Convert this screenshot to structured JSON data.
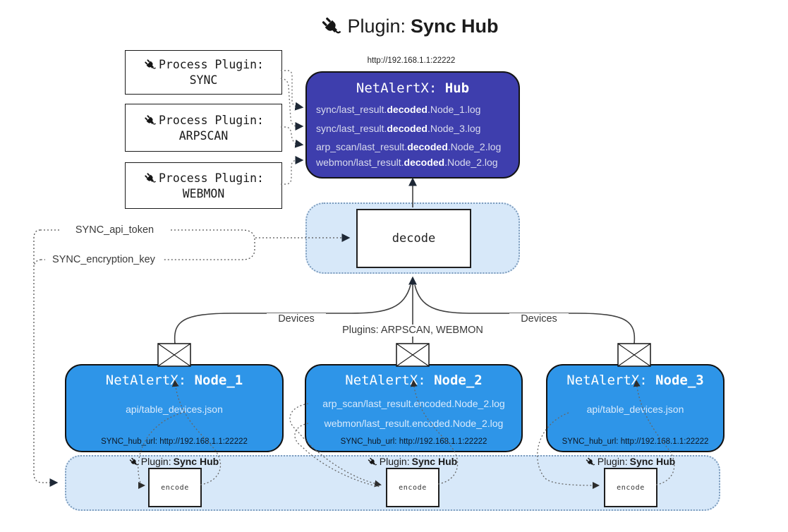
{
  "title": {
    "icon": "plug-icon",
    "prefix": "Plugin:",
    "name": "Sync Hub"
  },
  "hub": {
    "url": "http://192.168.1.1:22222",
    "title_prefix": "NetAlertX: ",
    "title_name": "Hub",
    "lines": [
      {
        "pre": "sync/last_result.",
        "bold": "decoded",
        "post": ".Node_1.log"
      },
      {
        "pre": "sync/last_result.",
        "bold": "decoded",
        "post": ".Node_3.log"
      },
      {
        "pre": "arp_scan/last_result.",
        "bold": "decoded",
        "post": ".Node_2.log"
      },
      {
        "pre": "webmon/last_result.",
        "bold": "decoded",
        "post": ".Node_2.log"
      }
    ]
  },
  "process_plugins": [
    {
      "label": "Process Plugin:",
      "name": "SYNC"
    },
    {
      "label": "Process Plugin:",
      "name": "ARPSCAN"
    },
    {
      "label": "Process Plugin:",
      "name": "WEBMON"
    }
  ],
  "decode_label": "decode",
  "config": {
    "api_token": "SYNC_api_token",
    "encryption_key": "SYNC_encryption_key"
  },
  "edge_labels": {
    "devices_left": "Devices",
    "devices_right": "Devices",
    "plugins": "Plugins: ARPSCAN, WEBMON"
  },
  "nodes": [
    {
      "title_prefix": "NetAlertX: ",
      "title_name": "Node_1",
      "files": [
        "api/table_devices.json"
      ],
      "hub_url": "SYNC_hub_url: http://192.168.1.1:22222"
    },
    {
      "title_prefix": "NetAlertX: ",
      "title_name": "Node_2",
      "files": [
        "arp_scan/last_result.encoded.Node_2.log",
        "webmon/last_result.encoded.Node_2.log"
      ],
      "hub_url": "SYNC_hub_url: http://192.168.1.1:22222"
    },
    {
      "title_prefix": "NetAlertX: ",
      "title_name": "Node_3",
      "files": [
        "api/table_devices.json"
      ],
      "hub_url": "SYNC_hub_url: http://192.168.1.1:22222"
    }
  ],
  "encoders": [
    {
      "label_prefix": "Plugin: ",
      "label_name": "Sync Hub",
      "box_label": "encode"
    },
    {
      "label_prefix": "Plugin: ",
      "label_name": "Sync Hub",
      "box_label": "encode"
    },
    {
      "label_prefix": "Plugin: ",
      "label_name": "Sync Hub",
      "box_label": "encode"
    }
  ],
  "colors": {
    "hub_fill": "#3e3ead",
    "hub_text": "#d9dbee",
    "node_fill": "#2e95e8",
    "node_text": "#d9eafc",
    "panel_fill": "#d7e8f9",
    "panel_border": "#7d9cbd",
    "line": "#3f3f3f",
    "dotted": "#6e6e6e",
    "arrow": "#1e2836"
  }
}
